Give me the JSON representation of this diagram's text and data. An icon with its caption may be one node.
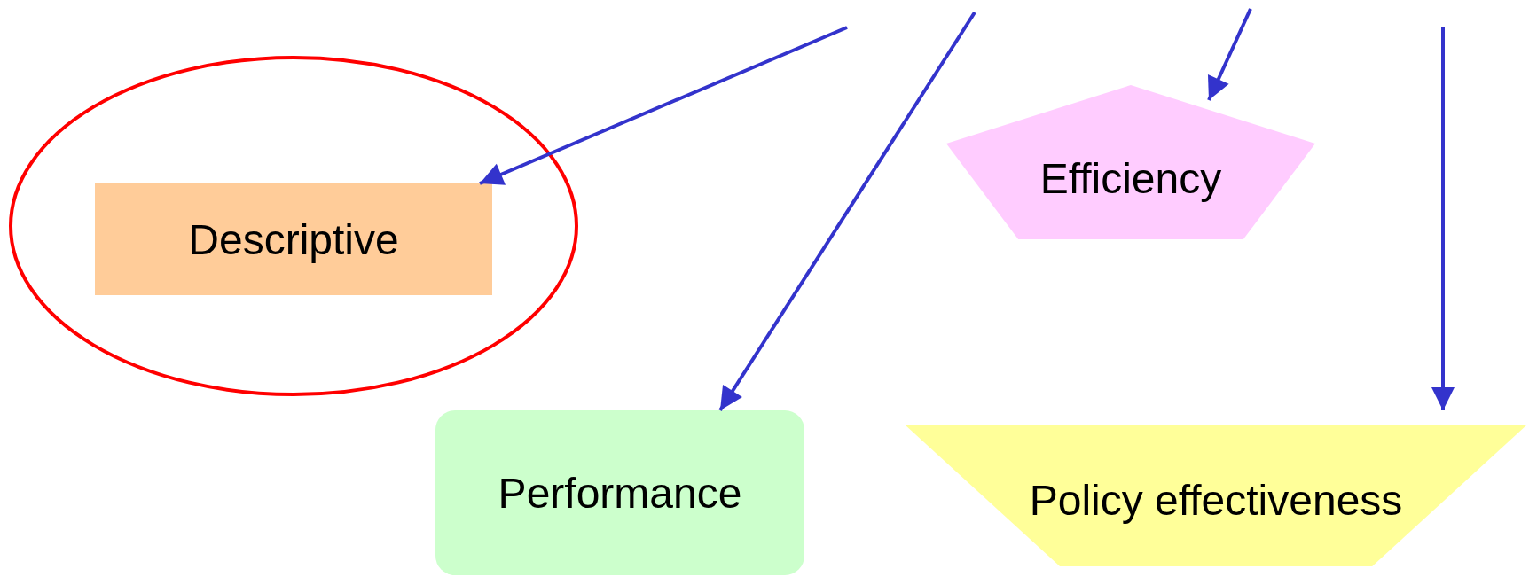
{
  "diagram": {
    "nodes": [
      {
        "text": [],
        "shape": "ellipse"
      },
      {
        "text": [
          "Descriptive"
        ],
        "in": 0
      },
      {
        "text": [
          "Efficiency"
        ]
      },
      {
        "text": [
          "Performance"
        ]
      },
      {
        "text": [
          "Policy effectiveness"
        ]
      }
    ],
    "edges": [
      {
        "from": null,
        "to": 1,
        "arrow": "to"
      },
      {
        "from": null,
        "to": 3,
        "arrow": "to"
      },
      {
        "from": null,
        "to": 2,
        "arrow": "to"
      },
      {
        "from": null,
        "to": 4,
        "arrow": "to"
      }
    ]
  }
}
